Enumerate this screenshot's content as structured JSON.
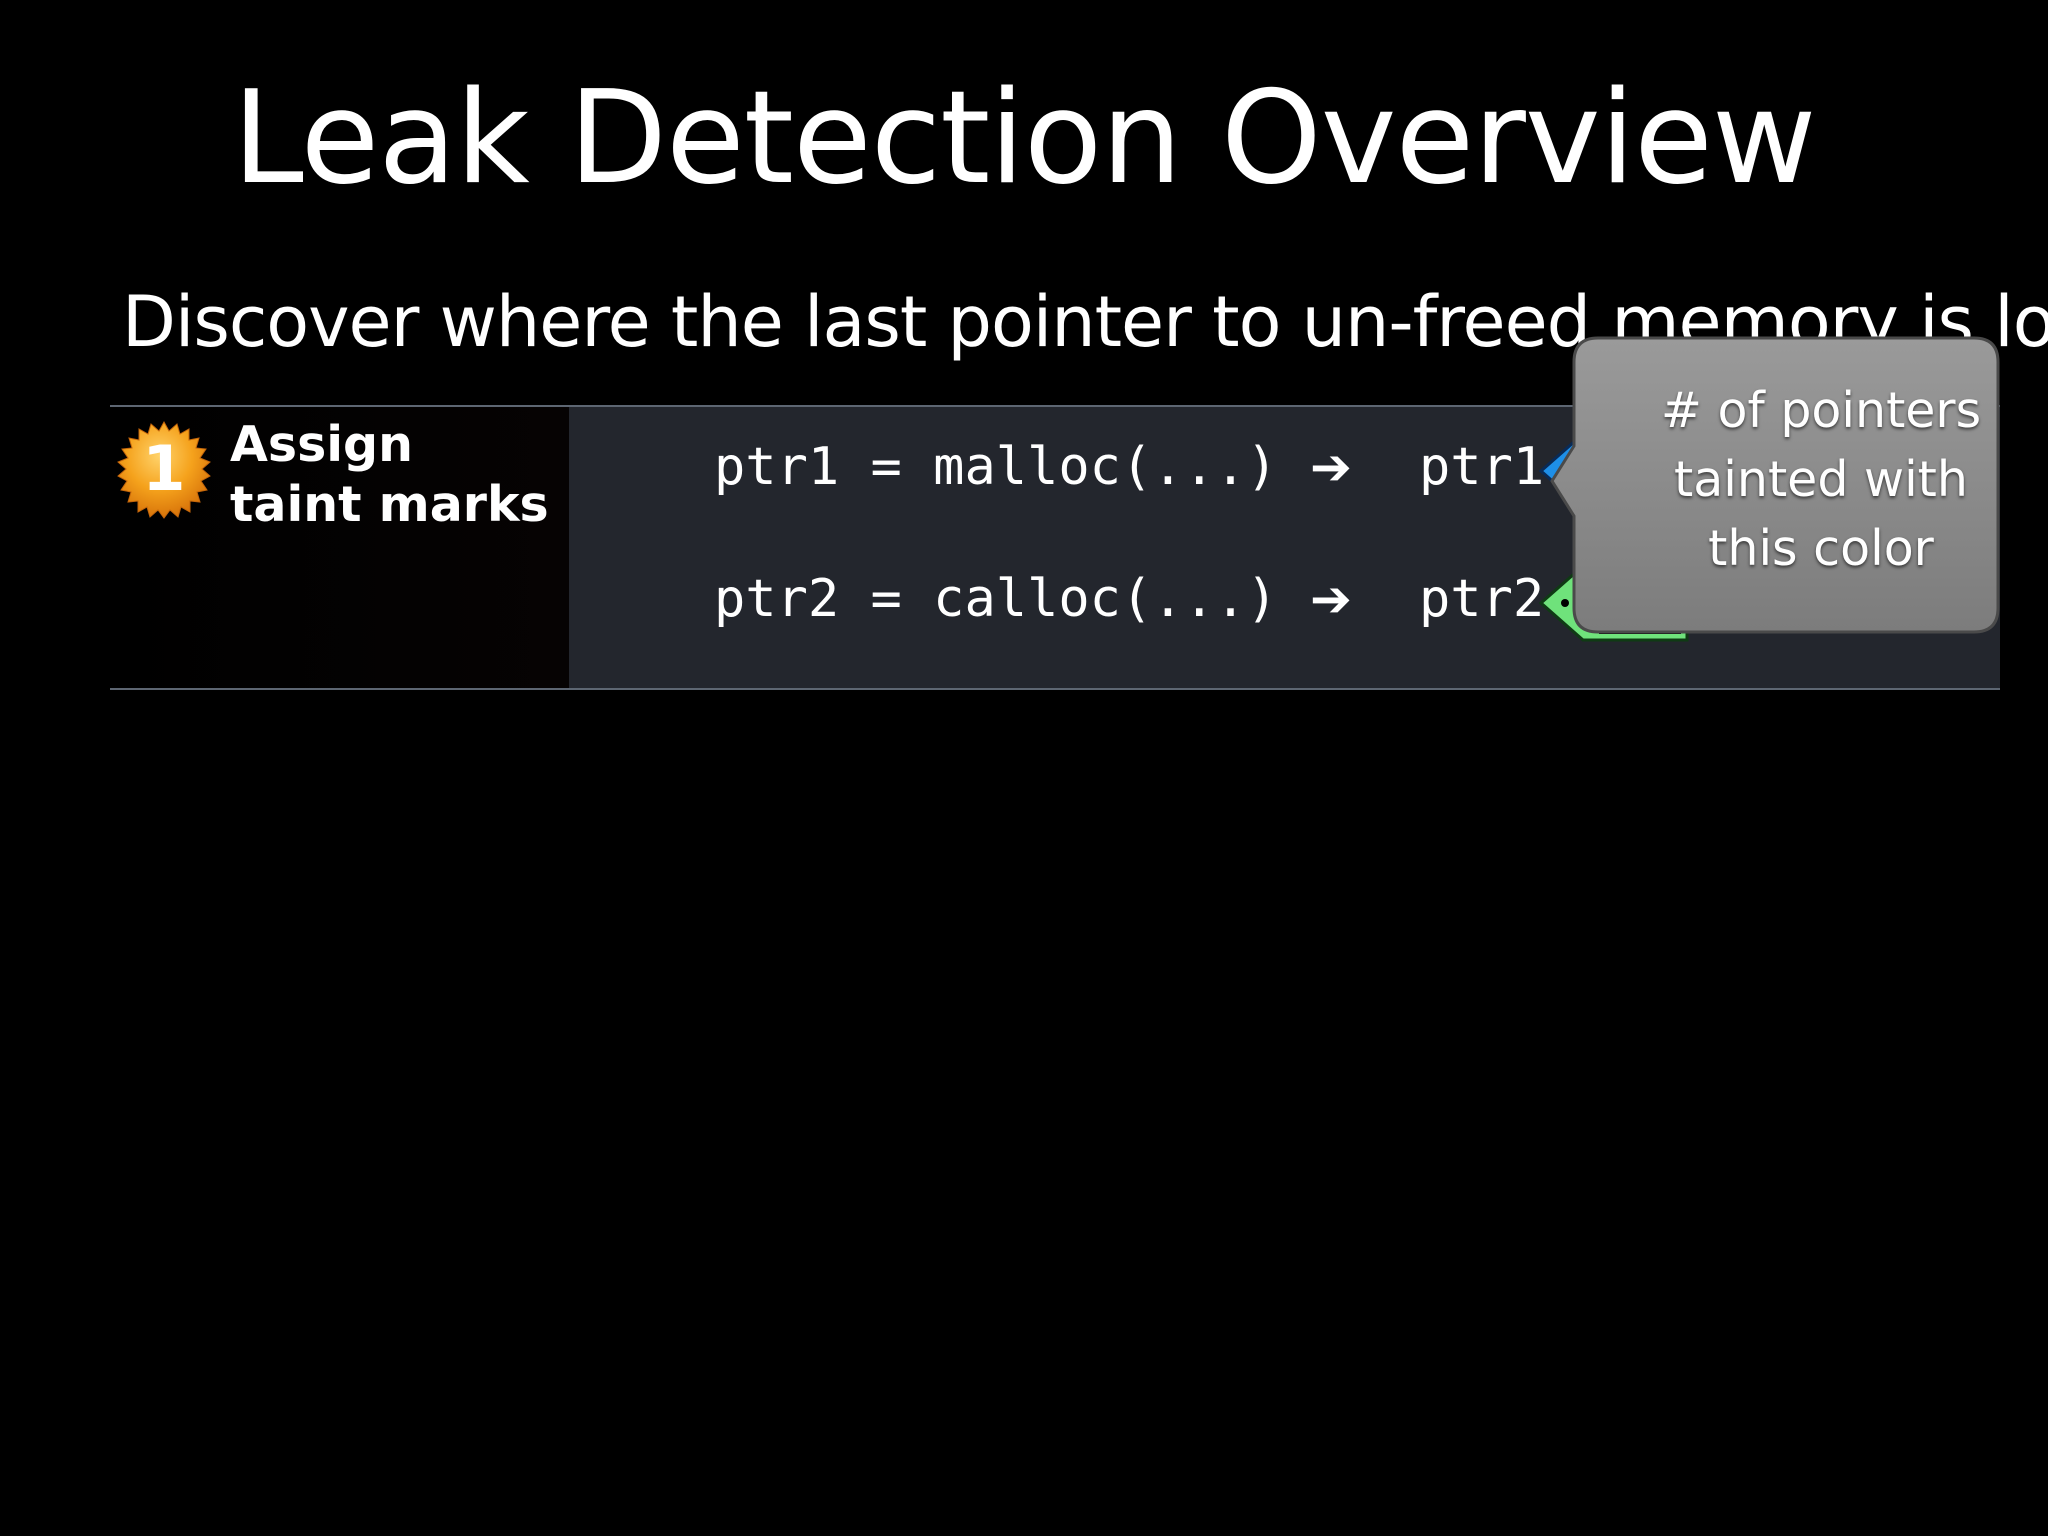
{
  "slide": {
    "title": "Leak Detection Overview",
    "subtitle": "Discover where the last pointer to un-freed memory is lost"
  },
  "step": {
    "number": "1",
    "label_line1": "Assign",
    "label_line2": "taint marks",
    "badge_color": "#f39c12"
  },
  "code": {
    "lines": [
      {
        "expr": "ptr1 = malloc(...)",
        "arrow": "➔",
        "var": "ptr1",
        "tag_count": "1",
        "tag_color": "#1e8fe8"
      },
      {
        "expr": "ptr2 = calloc(...)",
        "arrow": "➔",
        "var": "ptr2",
        "tag_count": "1",
        "tag_color": "#6fe27b"
      }
    ]
  },
  "callout": {
    "text_line1": "# of pointers",
    "text_line2": "tainted with",
    "text_line3": "this color",
    "color": "#8a8a8a"
  }
}
